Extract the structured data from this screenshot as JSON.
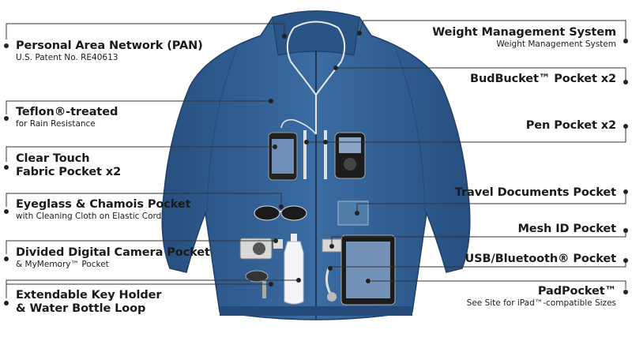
{
  "callouts_left": [
    {
      "title": "Personal Area Network (PAN)",
      "sub": "U.S. Patent No. RE40613"
    },
    {
      "title": "Teflon®-treated",
      "sub": "for Rain Resistance"
    },
    {
      "title": "Clear Touch",
      "title2": "Fabric Pocket x2"
    },
    {
      "title": "Eyeglass & Chamois Pocket",
      "sub": "with Cleaning Cloth on Elastic Cord"
    },
    {
      "title": "Divided Digital Camera Pocket",
      "sub": "& MyMemory™ Pocket"
    },
    {
      "title": "Extendable Key Holder",
      "title2": "& Water Bottle Loop"
    }
  ],
  "callouts_right": [
    {
      "title": "Weight Management System",
      "sub": "Weight Management System"
    },
    {
      "title": "BudBucket™ Pocket x2"
    },
    {
      "title": "Pen Pocket x2"
    },
    {
      "title": "Travel Documents Pocket"
    },
    {
      "title": "Mesh ID Pocket"
    },
    {
      "title": "USB/Bluetooth® Pocket"
    },
    {
      "title": "PadPocket™",
      "sub": "See Site for iPad™-compatible Sizes"
    }
  ],
  "colors": {
    "jacket": "#2f5f93",
    "jacket_dark": "#1f4573",
    "jacket_light": "#4a7cb0",
    "line": "#333333"
  }
}
